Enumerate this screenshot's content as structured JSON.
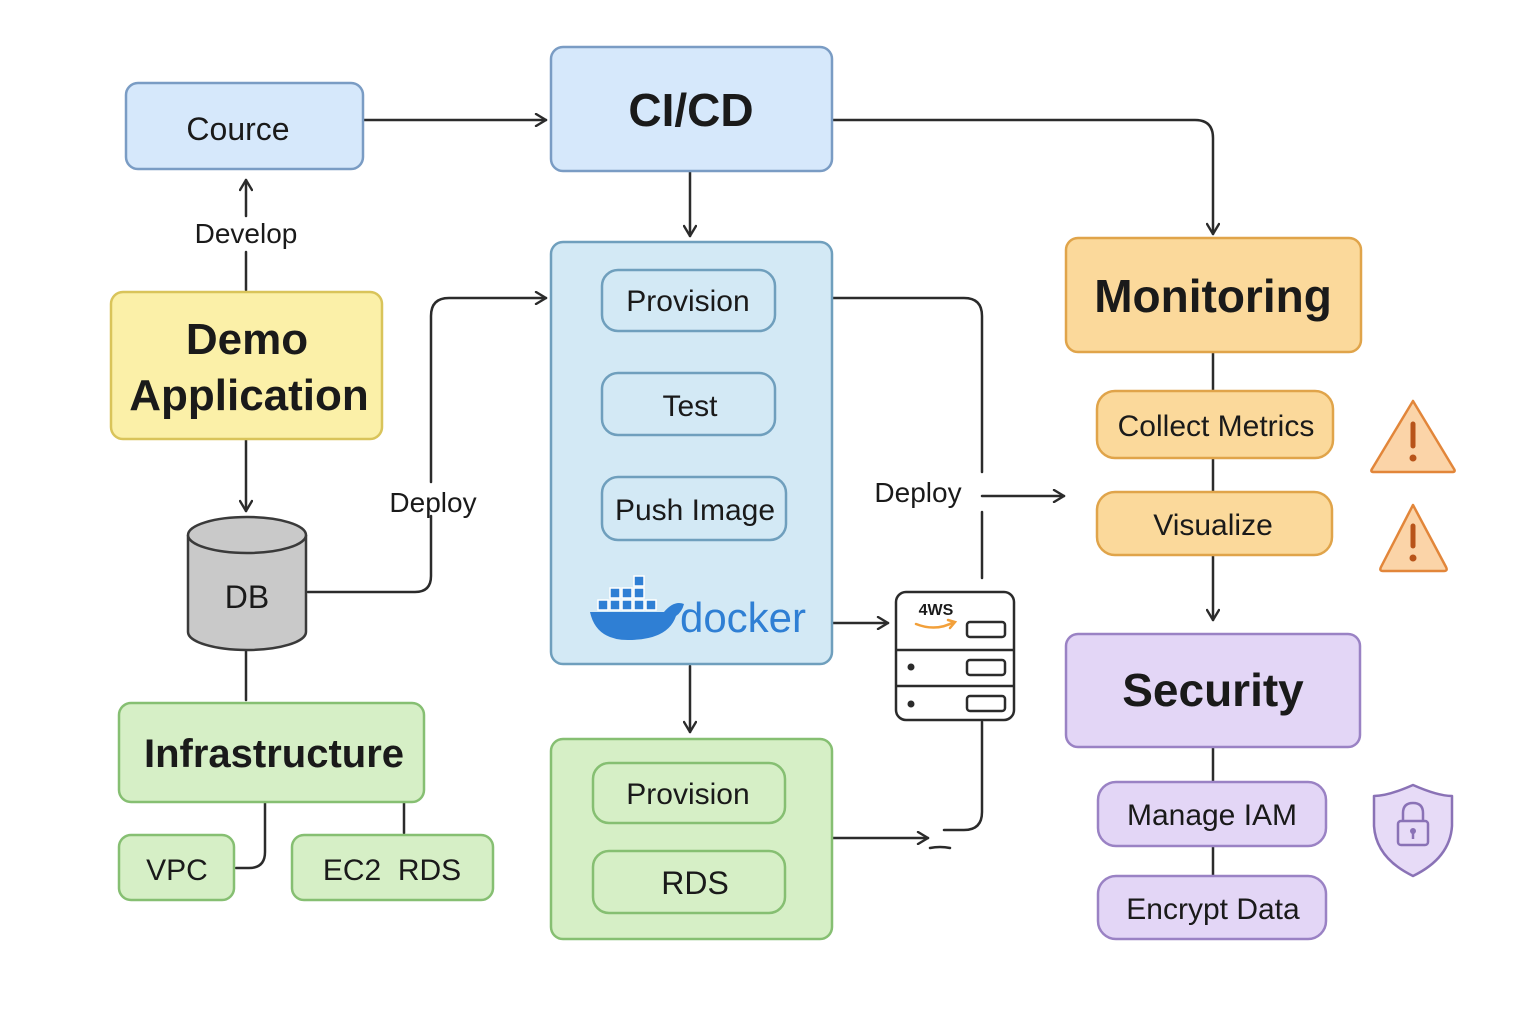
{
  "colors": {
    "blue_fill": "#d6e8fb",
    "blue_stroke": "#7a9cc4",
    "lightblue_fill": "#d3e9f5",
    "lightblue_stroke": "#6f9fbd",
    "yellow_fill": "#fbf0a8",
    "yellow_stroke": "#d9c45a",
    "green_fill": "#d6efc6",
    "green_stroke": "#86bf72",
    "orange_fill": "#fbd99b",
    "orange_stroke": "#e0a44a",
    "purple_fill": "#e3d6f6",
    "purple_stroke": "#9a82c4",
    "gray_fill": "#c9c9c9",
    "gray_stroke": "#3a3a3a",
    "docker_blue": "#2f7fd4",
    "aws_orange": "#f2a03a",
    "warning_fill": "#fbd4a8",
    "warning_stroke": "#e2863a",
    "warning_mark": "#b8541a",
    "shield_fill": "#e7dbf7",
    "shield_stroke": "#8a72b6"
  },
  "nodes": {
    "cource": "Cource",
    "cicd": "CI/CD",
    "demo_app": [
      "Demo",
      "Application"
    ],
    "db": "DB",
    "infrastructure": "Infrastructure",
    "vpc": "VPC",
    "ec2_rds": "EC2  RDS",
    "pipeline": [
      "Provision",
      "Test",
      "Push Image"
    ],
    "docker": "docker",
    "aws": "4WS",
    "db_provision": "Provision",
    "db_rds": "RDS",
    "monitoring": "Monitoring",
    "collect_metrics": "Collect Metrics",
    "visualize": "Visualize",
    "security": "Security",
    "manage_iam": "Manage IAM",
    "encrypt_data": "Encrypt Data"
  },
  "edge_labels": {
    "develop": "Develop",
    "deploy_left": "Deploy",
    "deploy_right": "Deploy"
  },
  "icons": {
    "warning": "warning-triangle-icon",
    "shield": "shield-lock-icon",
    "docker": "docker-whale-icon",
    "server": "aws-server-icon"
  }
}
